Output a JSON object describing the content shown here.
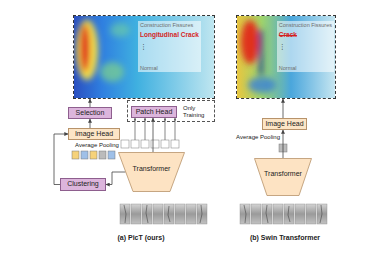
{
  "diagram": {
    "nodes": [
      {
        "text": [
          "Construction Fissures",
          "Longitudinal Crack",
          "⋮",
          "Normal"
        ]
      },
      {
        "text": [
          "Selection"
        ]
      },
      {
        "text": [
          "Image Head"
        ]
      },
      {
        "text": [
          "Clustering"
        ]
      },
      {
        "text": [
          "Only Training"
        ]
      },
      {
        "text": [
          "Patch Head"
        ],
        "in": 4
      },
      {
        "text": [
          "Transformer"
        ]
      },
      {
        "text": [
          "Construction Fissures",
          "Crack",
          "⋮",
          "Normal"
        ]
      },
      {
        "text": [
          "Image Head"
        ]
      },
      {
        "text": [
          "Transformer"
        ]
      }
    ],
    "edges": [
      {
        "from": 1,
        "to": 0,
        "arrow": "to"
      },
      {
        "from": 2,
        "to": 1,
        "arrow": "to"
      },
      {
        "from": 6,
        "to": 3,
        "arrow": "to"
      },
      {
        "from": 3,
        "to": 2,
        "arrow": "to"
      },
      {
        "from": 6,
        "to": 5,
        "arrow": "to"
      },
      {
        "from": 9,
        "to": 8,
        "arrow": "to"
      },
      {
        "from": 8,
        "to": 7,
        "arrow": "to"
      }
    ],
    "labels": [
      "Average Pooling",
      "Average Pooling",
      "(a) PicT (ours)",
      "(b) Swin Transformer"
    ]
  }
}
